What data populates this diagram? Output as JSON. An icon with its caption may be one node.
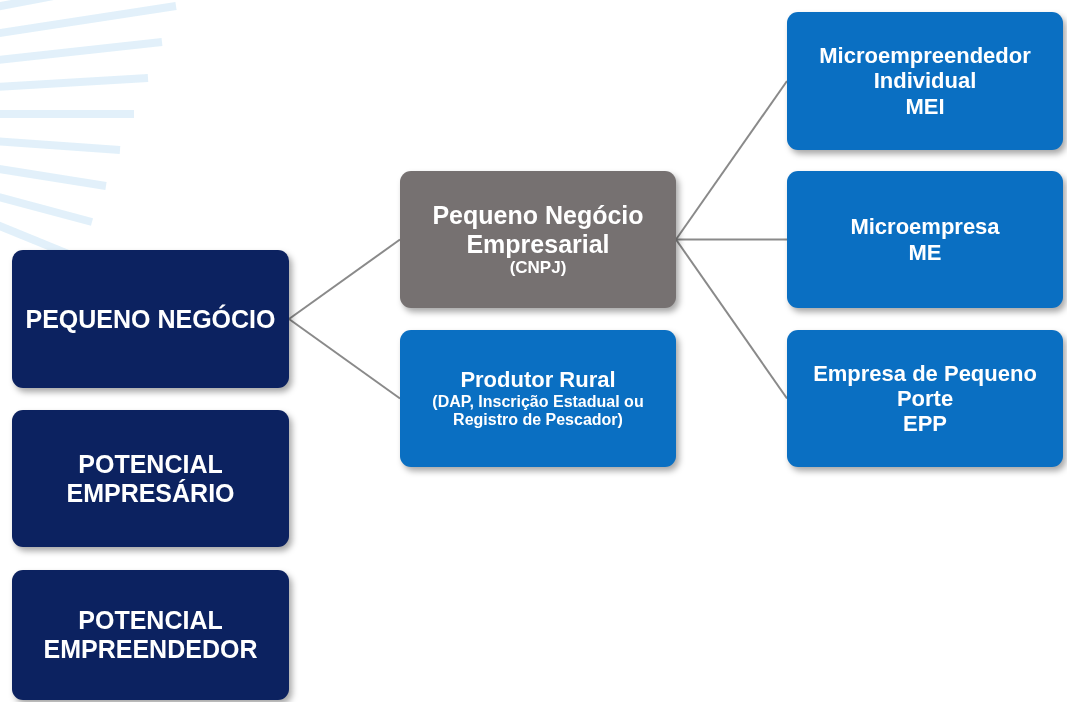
{
  "diagram": {
    "nodes": [
      {
        "text": [
          "PEQUENO NEGÓCIO"
        ]
      },
      {
        "text": [
          "POTENCIAL EMPRESÁRIO"
        ]
      },
      {
        "text": [
          "POTENCIAL EMPREENDEDOR"
        ]
      },
      {
        "text": [
          "Pequeno Negócio Empresarial",
          "(CNPJ)"
        ]
      },
      {
        "text": [
          "Produtor Rural",
          "(DAP, Inscrição Estadual ou Registro de Pescador)"
        ]
      },
      {
        "text": [
          "Microempreendedor Individual",
          "MEI"
        ]
      },
      {
        "text": [
          "Microempresa",
          "ME"
        ]
      },
      {
        "text": [
          "Empresa de Pequeno Porte",
          "EPP"
        ]
      }
    ],
    "edges": [
      {
        "from": 0,
        "to": 3,
        "arrow": "none"
      },
      {
        "from": 0,
        "to": 4,
        "arrow": "none"
      },
      {
        "from": 3,
        "to": 5,
        "arrow": "none"
      },
      {
        "from": 3,
        "to": 6,
        "arrow": "none"
      },
      {
        "from": 3,
        "to": 7,
        "arrow": "none"
      }
    ]
  }
}
